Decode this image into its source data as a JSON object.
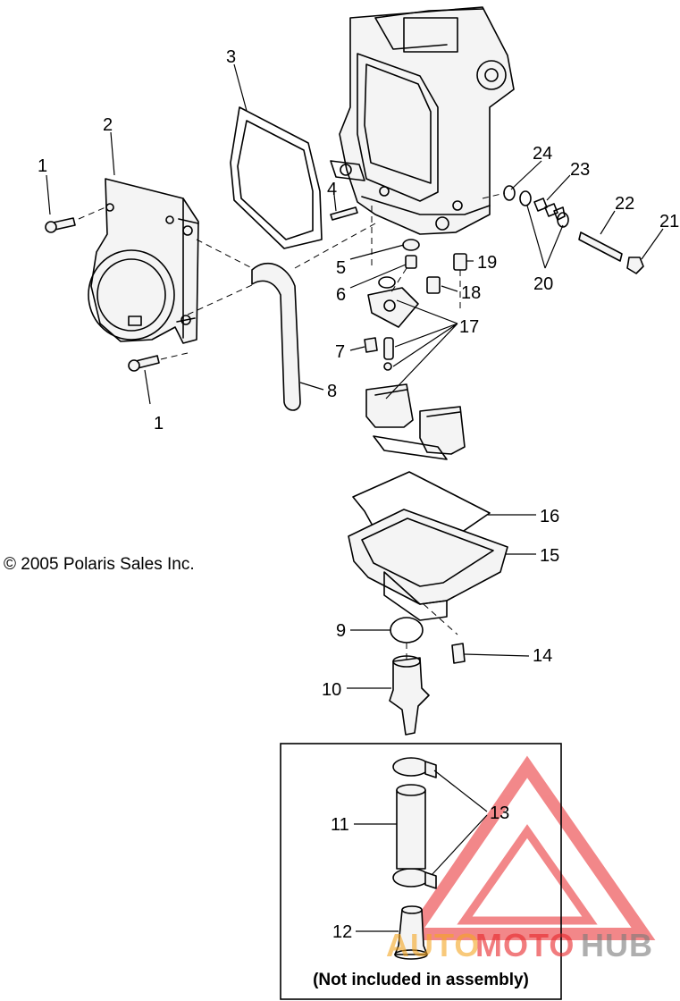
{
  "copyright": "© 2005 Polaris Sales Inc.",
  "note": "(Not included in assembly)",
  "callouts": {
    "c1a": "1",
    "c1b": "1",
    "c2": "2",
    "c3": "3",
    "c4": "4",
    "c5": "5",
    "c6": "6",
    "c7": "7",
    "c8": "8",
    "c9": "9",
    "c10": "10",
    "c11": "11",
    "c12": "12",
    "c13": "13",
    "c14": "14",
    "c15": "15",
    "c16": "16",
    "c17": "17",
    "c18": "18",
    "c19": "19",
    "c20": "20",
    "c21": "21",
    "c22": "22",
    "c23": "23",
    "c24": "24"
  },
  "watermark": {
    "part1": "AUTO",
    "part2": "MOTO",
    "part3": "HUB",
    "color_primary": "#e8262a",
    "color_secondary": "#f5a623",
    "color_dark": "#7a7a7a"
  }
}
